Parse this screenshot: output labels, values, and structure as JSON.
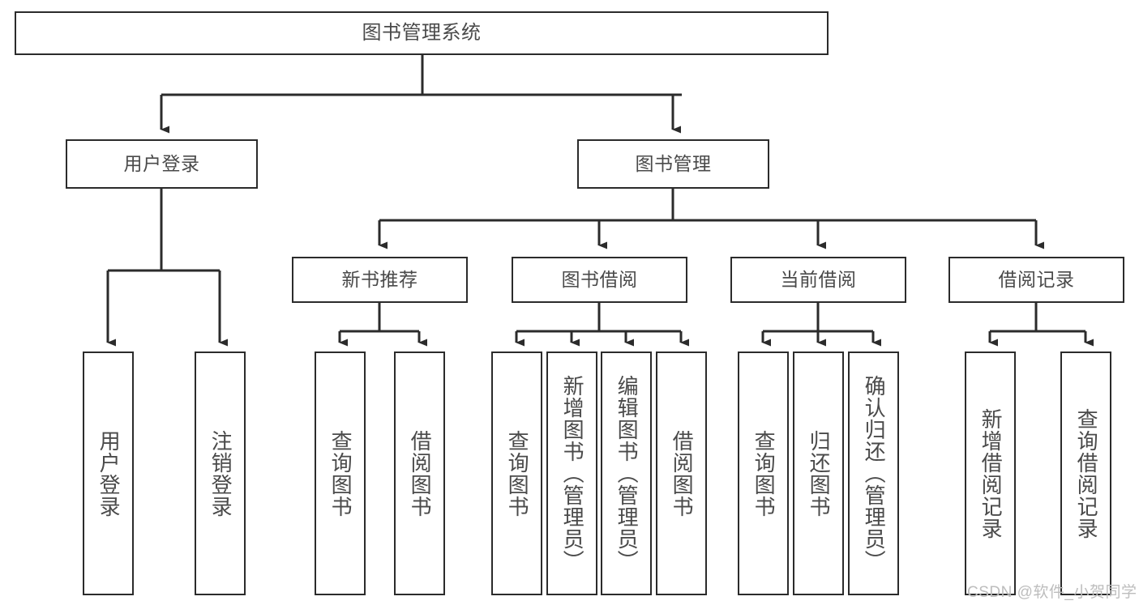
{
  "diagram": {
    "title": "图书管理系统",
    "type": "tree-functional-structure-diagram",
    "orientation": "top-down",
    "colors": {
      "box_border": "#2b2b2b",
      "box_fill": "#ffffff",
      "text": "#4a4a4a",
      "edge": "#2b2b2b",
      "watermark": "#bdbdbd",
      "background": "#ffffff"
    }
  },
  "nodes": {
    "root": {
      "label": "图书管理系统",
      "level": 1
    },
    "level2": [
      {
        "id": "user-login",
        "label": "用户登录"
      },
      {
        "id": "book-manage",
        "label": "图书管理"
      }
    ],
    "level3": [
      {
        "id": "new-book-recommend",
        "label": "新书推荐",
        "parent": "book-manage"
      },
      {
        "id": "book-borrow",
        "label": "图书借阅",
        "parent": "book-manage"
      },
      {
        "id": "current-borrow",
        "label": "当前借阅",
        "parent": "book-manage"
      },
      {
        "id": "borrow-record",
        "label": "借阅记录",
        "parent": "book-manage"
      }
    ],
    "leaves": [
      {
        "id": "leaf-user-login",
        "label": "用户登录",
        "parent": "user-login"
      },
      {
        "id": "leaf-logout-login",
        "label": "注销登录",
        "parent": "user-login"
      },
      {
        "id": "leaf-query-book-1",
        "label": "查询图书",
        "parent": "new-book-recommend"
      },
      {
        "id": "leaf-borrow-book-1",
        "label": "借阅图书",
        "parent": "new-book-recommend"
      },
      {
        "id": "leaf-query-book-2",
        "label": "查询图书",
        "parent": "book-borrow"
      },
      {
        "id": "leaf-add-book",
        "label": "新增图书（管理员）",
        "parent": "book-borrow"
      },
      {
        "id": "leaf-edit-book",
        "label": "编辑图书（管理员）",
        "parent": "book-borrow"
      },
      {
        "id": "leaf-borrow-book-2",
        "label": "借阅图书",
        "parent": "book-borrow"
      },
      {
        "id": "leaf-query-book-3",
        "label": "查询图书",
        "parent": "current-borrow"
      },
      {
        "id": "leaf-return-book",
        "label": "归还图书",
        "parent": "current-borrow"
      },
      {
        "id": "leaf-confirm-return",
        "label": "确认归还（管理员）",
        "parent": "current-borrow"
      },
      {
        "id": "leaf-add-record",
        "label": "新增借阅记录",
        "parent": "borrow-record"
      },
      {
        "id": "leaf-query-record",
        "label": "查询借阅记录",
        "parent": "borrow-record"
      }
    ]
  },
  "watermark": {
    "text": "CSDN @软件_小贺同学"
  }
}
